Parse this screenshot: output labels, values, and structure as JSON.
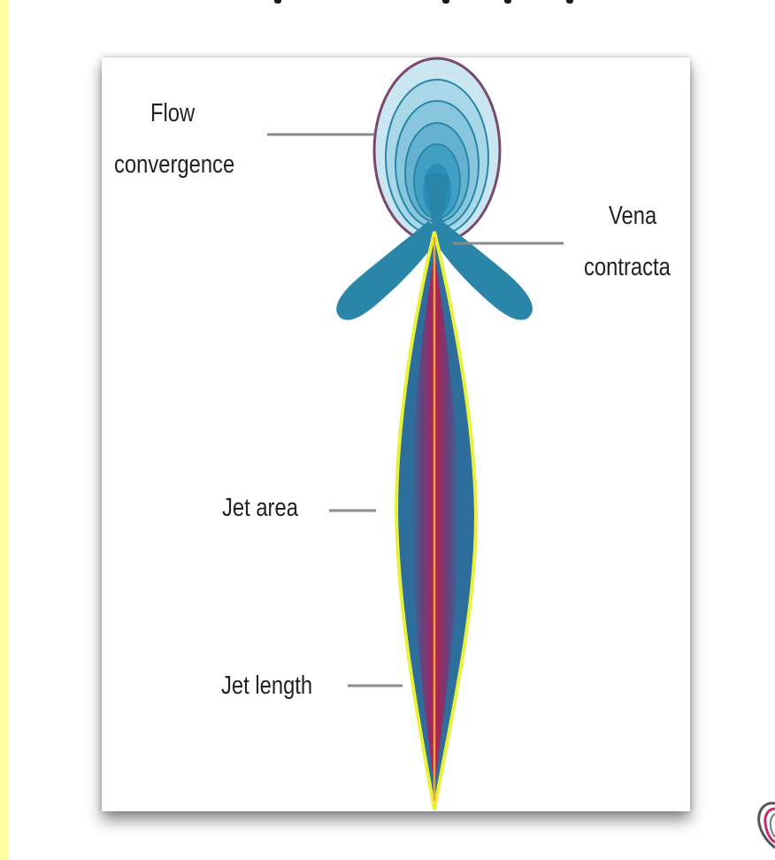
{
  "diagram": {
    "labels": {
      "flow_convergence": [
        "Flow",
        "convergence"
      ],
      "vena_contracta": [
        "Vena",
        "contracta"
      ],
      "jet_area": "Jet area",
      "jet_length": "Jet length"
    },
    "colors": {
      "page_background": "#ffff9e",
      "card_background": "#ffffff",
      "leaflet_blue": "#2a86a8",
      "convergence_outer": "#c9e6f1",
      "convergence_outline": "#7a4a6e",
      "jet_core": "#b5204f",
      "jet_edge": "#e9f23a",
      "jet_axis": "#f0a040",
      "leader_line": "#8a8a8a"
    }
  }
}
